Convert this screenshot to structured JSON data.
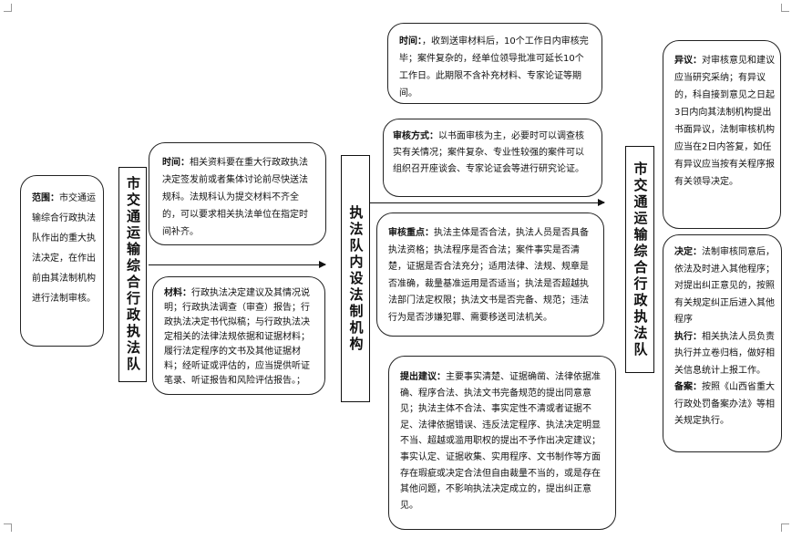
{
  "scope": {
    "label": "范围：",
    "text": "市交通运输综合行政执法队作出的重大执法决定，在作出前由其法制机构进行法制审核。"
  },
  "left_org": "市交通运输综合行政执法队",
  "time1": {
    "label": "时间：",
    "text": "相关资料要在重大行政政执法决定签发前或者集体讨论前尽快送法规科。法规科认为提交材料不齐全的，可以要求相关执法单位在指定时间补齐。"
  },
  "materials": {
    "label": "材料：",
    "text": "行政执法决定建议及其情况说明；行政执法调查（审查）报告；行政执法决定书代拟稿；与行政执法决定相关的法律法规依据和证据材料；履行法定程序的文书及其他证据材料；经听证或评估的，应当提供听证笔录、听证报告和风险评估报告。；"
  },
  "middle_org": "执法队内设法制机构",
  "time2": {
    "label": "时间：",
    "text": "，收到送审材料后，10个工作日内审核完毕；案件复杂的，经单位领导批准可延长10个工作日。此期限不含补充材料、专家论证等期间。"
  },
  "method": {
    "label": "审核方式：",
    "text": "以书面审核为主，必要时可以调查核实有关情况；案件复杂、专业性较强的案件可以组织召开座谈会、专家论证会等进行研究论证。"
  },
  "focus": {
    "label": "审核重点：",
    "text": "执法主体是否合法，执法人员是否具备执法资格；执法程序是否合法；案件事实是否清楚，证据是否合法充分；适用法律、法规、规章是否准确，裁量基准运用是否适当；执法是否超越执法部门法定权限；执法文书是否完备、规范；违法行为是否涉嫌犯罪、需要移送司法机关。"
  },
  "suggestion": {
    "label": "提出建议：",
    "text": "主要事实清楚、证据确凿、法律依据准确、程序合法、执法文书完备规范的提出同意意见；执法主体不合法、事实定性不清或者证据不足、法律依据错误、违反法定程序、执法决定明显不当、超越或滥用职权的提出不予作出决定建议；事实认定、证据收集、实用程序、文书制作等方面存在瑕疵或决定合法但自由裁量不当的，或是存在其他问题，不影响执法决定成立的，提出纠正意见。"
  },
  "right_org": "市交通运输综合行政执法队",
  "objection": {
    "label": "异议：",
    "text": "对审核意见和建议应当研究采纳；有异议的，科自接到意见之日起3日内向其法制机构提出书面异议，法制审核机构应当在2日内答复，如任有异议应当按有关程序报有关领导决定。"
  },
  "decision": {
    "label": "决定：",
    "text": "法制审核同意后，依法及时进入其他程序；对提出纠正意见的，按照有关规定纠正后进入其他程序"
  },
  "execution": {
    "label": "执行：",
    "text": "相关执法人员负责执行并立卷归档，做好相关信息统计上报工作。"
  },
  "filing": {
    "label": "备案：",
    "text": "按照《山西省重大行政处罚备案办法》等相关规定执行。"
  }
}
